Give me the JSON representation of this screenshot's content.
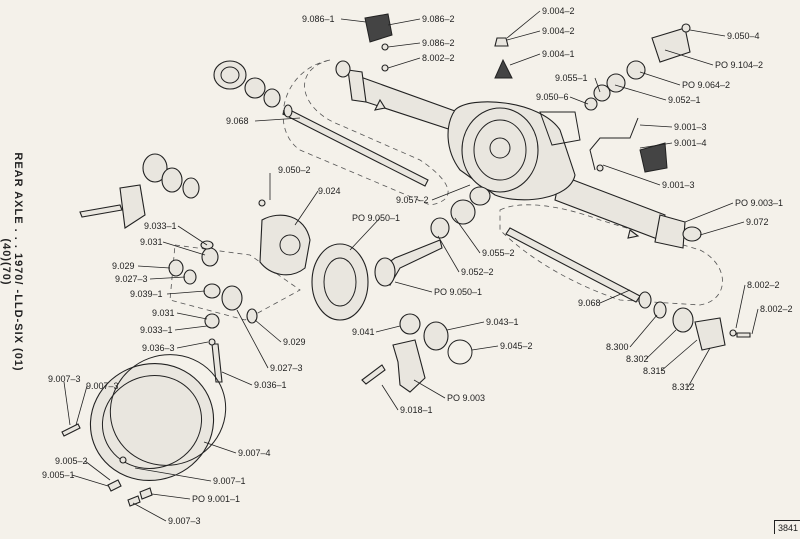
{
  "diagram": {
    "side_title": "REAR AXLE . . . 1970/ -LLD-SIX (01)(40)(70)",
    "page_number": "3841",
    "callouts": [
      {
        "id": "c1",
        "text": "9.086–1"
      },
      {
        "id": "c2",
        "text": "9.086–2"
      },
      {
        "id": "c3",
        "text": "9.086–2"
      },
      {
        "id": "c4",
        "text": "8.002–2"
      },
      {
        "id": "c5",
        "text": "9.004–2"
      },
      {
        "id": "c6",
        "text": "9.004–2"
      },
      {
        "id": "c7",
        "text": "9.004–1"
      },
      {
        "id": "c8",
        "text": "9.050–4"
      },
      {
        "id": "c9",
        "text": "PO 9.104–2"
      },
      {
        "id": "c10",
        "text": "9.055–1"
      },
      {
        "id": "c11",
        "text": "PO 9.064–2"
      },
      {
        "id": "c12",
        "text": "9.050–6"
      },
      {
        "id": "c13",
        "text": "9.052–1"
      },
      {
        "id": "c14",
        "text": "9.068"
      },
      {
        "id": "c15",
        "text": "9.001–3"
      },
      {
        "id": "c16",
        "text": "9.001–4"
      },
      {
        "id": "c17",
        "text": "9.050–2"
      },
      {
        "id": "c18",
        "text": "9.024"
      },
      {
        "id": "c19",
        "text": "9.001–3"
      },
      {
        "id": "c20",
        "text": "9.057–2"
      },
      {
        "id": "c21",
        "text": "PO 9.003–1"
      },
      {
        "id": "c22",
        "text": "9.072"
      },
      {
        "id": "c23",
        "text": "9.033–1"
      },
      {
        "id": "c24",
        "text": "PO 9.050–1"
      },
      {
        "id": "c25",
        "text": "9.031"
      },
      {
        "id": "c26",
        "text": "9.055–2"
      },
      {
        "id": "c27",
        "text": "9.029"
      },
      {
        "id": "c28",
        "text": "9.027–3"
      },
      {
        "id": "c29",
        "text": "9.052–2"
      },
      {
        "id": "c30",
        "text": "9.039–1"
      },
      {
        "id": "c31",
        "text": "PO 9.050–1"
      },
      {
        "id": "c32",
        "text": "9.068"
      },
      {
        "id": "c33",
        "text": "8.002–2"
      },
      {
        "id": "c34",
        "text": "8.002–2"
      },
      {
        "id": "c35",
        "text": "9.031"
      },
      {
        "id": "c36",
        "text": "9.033–1"
      },
      {
        "id": "c37",
        "text": "9.029"
      },
      {
        "id": "c38",
        "text": "9.043–1"
      },
      {
        "id": "c39",
        "text": "9.041"
      },
      {
        "id": "c40",
        "text": "9.036–3"
      },
      {
        "id": "c41",
        "text": "9.045–2"
      },
      {
        "id": "c42",
        "text": "8.300"
      },
      {
        "id": "c43",
        "text": "9.027–3"
      },
      {
        "id": "c44",
        "text": "8.302"
      },
      {
        "id": "c45",
        "text": "9.036–1"
      },
      {
        "id": "c46",
        "text": "8.315"
      },
      {
        "id": "c47",
        "text": "PO 9.003"
      },
      {
        "id": "c48",
        "text": "8.312"
      },
      {
        "id": "c49",
        "text": "9.007–3"
      },
      {
        "id": "c50",
        "text": "9.007–3"
      },
      {
        "id": "c51",
        "text": "9.018–1"
      },
      {
        "id": "c52",
        "text": "9.007–4"
      },
      {
        "id": "c53",
        "text": "9.005–2"
      },
      {
        "id": "c54",
        "text": "9.007–1"
      },
      {
        "id": "c55",
        "text": "9.005–1"
      },
      {
        "id": "c56",
        "text": "PO 9.001–1"
      },
      {
        "id": "c57",
        "text": "9.007–3"
      }
    ]
  }
}
